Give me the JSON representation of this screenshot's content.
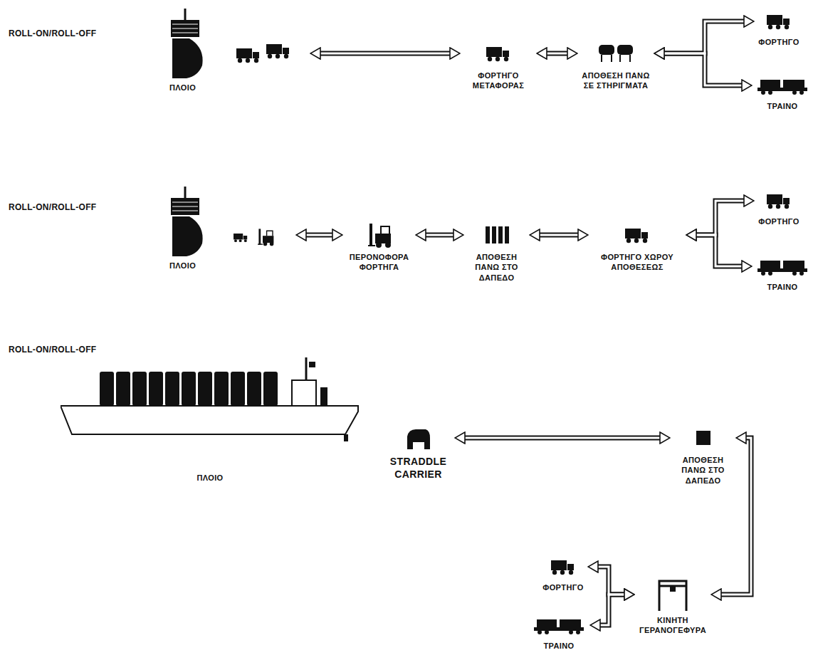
{
  "diagram": {
    "nodes": [
      {
        "text": [
          "ΠΛΟΙΟ"
        ]
      },
      {
        "text": [
          "ΦΟΡΤΗΓΟ ΜΕΤΑΦΟΡΑΣ"
        ]
      },
      {
        "text": [
          "ΑΠΟΘΕΣΗ ΠΑΝΩ ΣΕ ΣΤΗΡΙΓΜΑΤΑ"
        ]
      },
      {
        "text": [
          "ΦΟΡΤΗΓΟ"
        ]
      },
      {
        "text": [
          "ΤΡΑΙΝΟ"
        ]
      },
      {
        "text": [
          "ΠΛΟΙΟ"
        ]
      },
      {
        "text": [
          "ΠΕΡΟΝΟΦΟΡΑ ΦΟΡΤΗΓΑ"
        ]
      },
      {
        "text": [
          "ΑΠΟΘΕΣΗ ΠΑΝΩ ΣΤΟ ΔΑΠΕΔΟ"
        ]
      },
      {
        "text": [
          "ΦΟΡΤΗΓΟ ΧΩΡΟΥ ΑΠΟΘΕΣΕΩΣ"
        ]
      },
      {
        "text": [
          "ΦΟΡΤΗΓΟ"
        ]
      },
      {
        "text": [
          "ΤΡΑΙΝΟ"
        ]
      },
      {
        "text": [
          "ΠΛΟΙΟ"
        ]
      },
      {
        "text": [
          "STRADDLE CARRIER"
        ]
      },
      {
        "text": [
          "ΑΠΟΘΕΣΗ ΠΑΝΩ ΣΤΟ ΔΑΠΕΔΟ"
        ]
      },
      {
        "text": [
          "ΚΙΝΗΤΗ ΓΕΡΑΝΟΓΕΦΥΡΑ"
        ]
      },
      {
        "text": [
          "ΦΟΡΤΗΓΟ"
        ]
      },
      {
        "text": [
          "ΤΡΑΙΝΟ"
        ]
      }
    ],
    "edges": [
      {
        "from": 0,
        "to": 1,
        "arrow": "both"
      },
      {
        "from": 1,
        "to": 2,
        "arrow": "both"
      },
      {
        "from": 2,
        "to": 3,
        "arrow": "both"
      },
      {
        "from": 2,
        "to": 4,
        "arrow": "both"
      },
      {
        "from": 5,
        "to": 6,
        "arrow": "both"
      },
      {
        "from": 6,
        "to": 7,
        "arrow": "both"
      },
      {
        "from": 7,
        "to": 8,
        "arrow": "both"
      },
      {
        "from": 8,
        "to": 9,
        "arrow": "both"
      },
      {
        "from": 8,
        "to": 10,
        "arrow": "both"
      },
      {
        "from": 12,
        "to": 13,
        "arrow": "both"
      },
      {
        "from": 13,
        "to": 14,
        "arrow": "both"
      },
      {
        "from": 14,
        "to": 15,
        "arrow": "both"
      },
      {
        "from": 14,
        "to": 16,
        "arrow": "both"
      }
    ],
    "labels": [
      "ROLL-ON/ROLL-OFF",
      "ROLL-ON/ROLL-OFF",
      "ROLL-ON/ROLL-OFF"
    ]
  }
}
